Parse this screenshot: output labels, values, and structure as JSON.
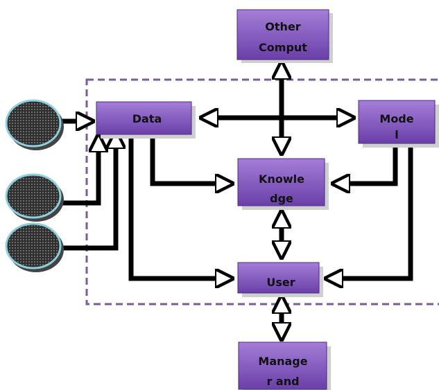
{
  "nodes": {
    "other": {
      "line1": "Other",
      "line2": "Comput"
    },
    "data": {
      "line1": "Data"
    },
    "model": {
      "line1": "Mode",
      "line2": "l"
    },
    "knowledge": {
      "line1": "Knowle",
      "line2": "dge"
    },
    "user": {
      "line1": "User"
    },
    "manager": {
      "line1": "Manage",
      "line2": "r and"
    }
  },
  "colors": {
    "box_top": "#a07ad6",
    "box_bottom": "#6a3fa8",
    "box_shadow": "#d0d0d0",
    "boundary": "#7a5aa6",
    "arrow": "#000000",
    "source_fill": "#3a3a3a",
    "source_ring": "#8fd0e0"
  }
}
